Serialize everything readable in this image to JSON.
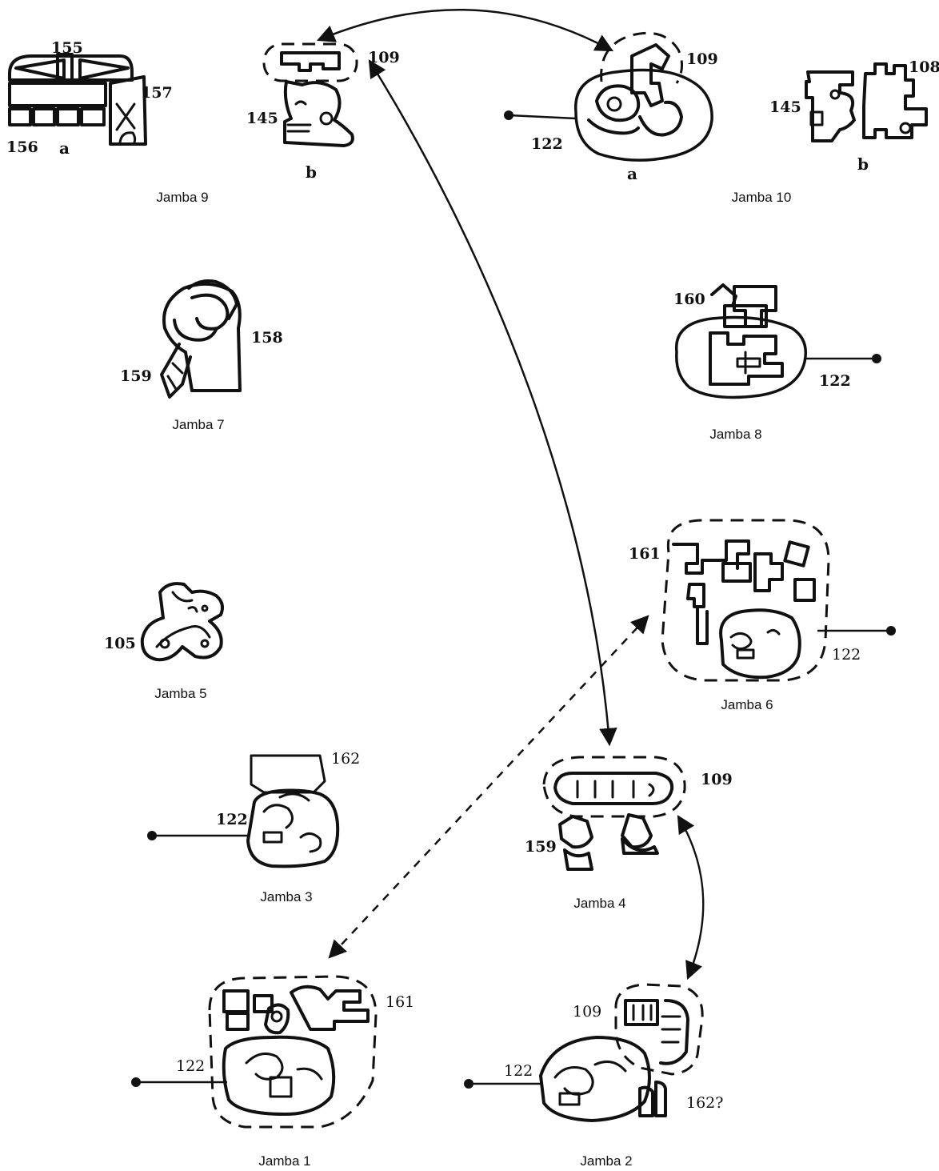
{
  "jambs": {
    "j9": {
      "caption": "Jamba 9",
      "sub_a": "a",
      "sub_b": "b"
    },
    "j10": {
      "caption": "Jamba 10",
      "sub_a": "a",
      "sub_b": "b"
    },
    "j7": {
      "caption": "Jamba 7"
    },
    "j8": {
      "caption": "Jamba 8"
    },
    "j5": {
      "caption": "Jamba 5"
    },
    "j6": {
      "caption": "Jamba 6"
    },
    "j3": {
      "caption": "Jamba 3"
    },
    "j4": {
      "caption": "Jamba 4"
    },
    "j1": {
      "caption": "Jamba 1"
    },
    "j2": {
      "caption": "Jamba 2"
    }
  },
  "glyph_labels": {
    "j9a_155": "155",
    "j9a_157": "157",
    "j9a_156": "156",
    "j9b_109": "109",
    "j9b_145": "145",
    "j10a_109": "109",
    "j10a_122": "122",
    "j10b_108": "108",
    "j10b_145": "145",
    "j7_158": "158",
    "j7_159": "159",
    "j8_160": "160",
    "j8_122": "122",
    "j5_105": "105",
    "j6_161": "161",
    "j6_122": "122",
    "j3_162": "162",
    "j3_122": "122",
    "j4_109": "109",
    "j4_159": "159",
    "j1_161": "161",
    "j1_122": "122",
    "j2_109": "109",
    "j2_122": "122",
    "j2_162": "162?"
  }
}
